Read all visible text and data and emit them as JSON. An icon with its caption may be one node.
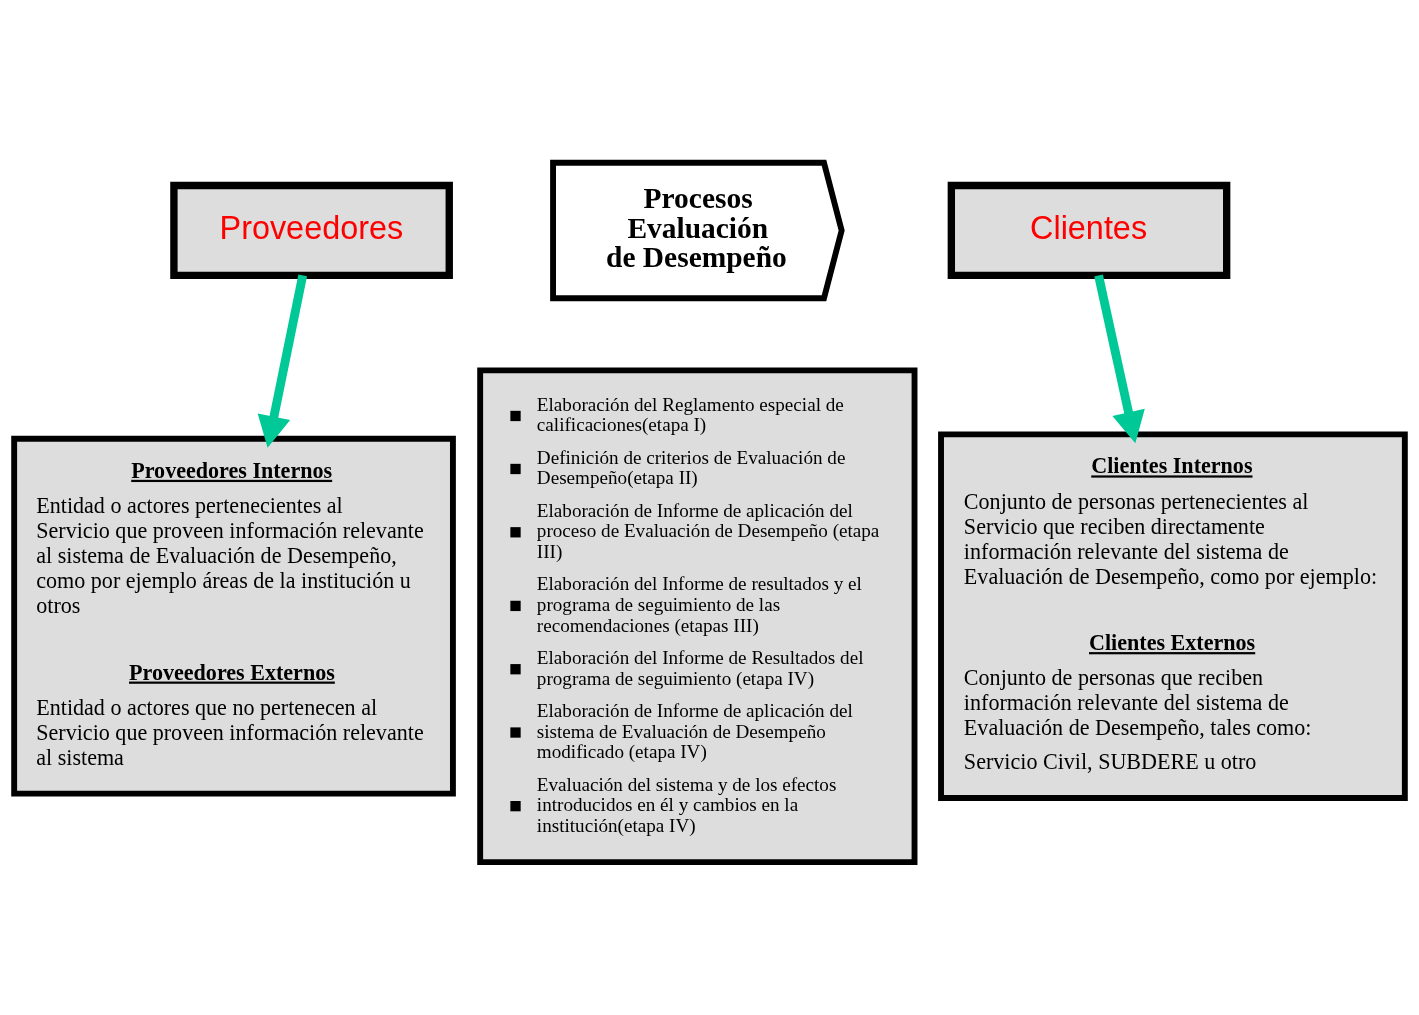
{
  "diagram": {
    "nodes": [
      {
        "text": [
          "Proveedores"
        ]
      },
      {
        "text": [
          "Procesos Evaluación de Desempeño"
        ]
      },
      {
        "text": [
          "Clientes"
        ]
      },
      {
        "text": [
          "Proveedores Internos",
          "Entidad o actores pertenecientes al Servicio que proveen información relevante al sistema de Evaluación de Desempeño, como por ejemplo áreas de la institución u otros",
          "Proveedores Externos",
          "Entidad o actores que no pertenecen al Servicio que proveen información relevante al sistema"
        ]
      },
      {
        "text": [
          "Elaboración del Reglamento especial de calificaciones(etapa I)",
          "Definición de criterios de Evaluación de Desempeño(etapa II)",
          "Elaboración de Informe de aplicación del proceso de Evaluación de Desempeño (etapa III)",
          "Elaboración del Informe de resultados y el programa de seguimiento de las recomendaciones (etapas III)",
          "Elaboración del Informe de Resultados del programa de seguimiento (etapa IV)",
          "Elaboración de Informe de aplicación del sistema de Evaluación de Desempeño modificado (etapa IV)",
          "Evaluación del sistema y de los efectos introducidos en él y cambios en la institución(etapa IV)"
        ]
      },
      {
        "text": [
          "Clientes Internos",
          "Conjunto de personas pertenecientes al Servicio que reciben directamente información relevante del sistema de Evaluación de Desempeño, como por ejemplo:",
          "Clientes Externos",
          "Conjunto de personas que reciben información relevante del sistema de Evaluación de Desempeño, tales como:",
          "Servicio Civil, SUBDERE u otro"
        ]
      }
    ],
    "edges": [
      {
        "from": 0,
        "to": 3,
        "arrow": "to"
      },
      {
        "from": 2,
        "to": 5,
        "arrow": "to"
      }
    ]
  }
}
